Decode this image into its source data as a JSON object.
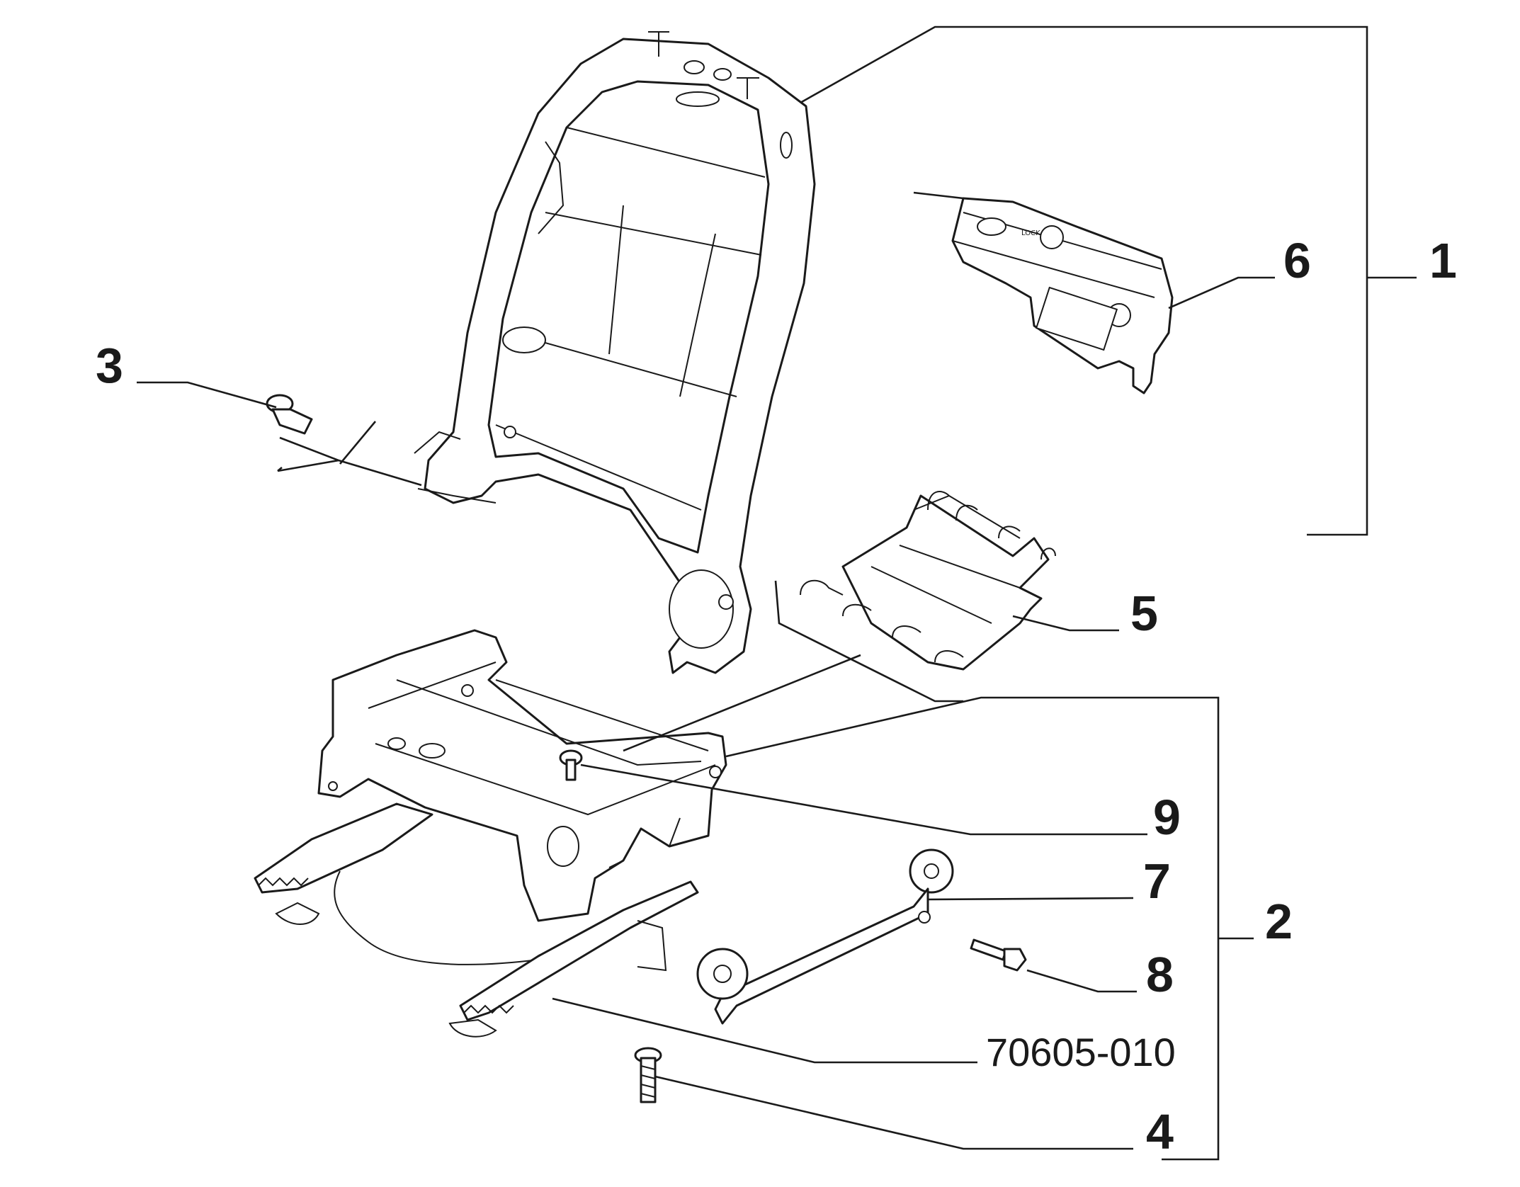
{
  "diagram": {
    "callouts": [
      {
        "key": "c1",
        "text": "1"
      },
      {
        "key": "c2",
        "text": "2"
      },
      {
        "key": "c3",
        "text": "3"
      },
      {
        "key": "c4",
        "text": "4"
      },
      {
        "key": "c5",
        "text": "5"
      },
      {
        "key": "c6",
        "text": "6"
      },
      {
        "key": "c7",
        "text": "7"
      },
      {
        "key": "c8",
        "text": "8"
      },
      {
        "key": "c9",
        "text": "9"
      }
    ],
    "drawing_code": "70605-010",
    "parts": [
      {
        "key": "seat-back-frame"
      },
      {
        "key": "recliner-mechanism-panel"
      },
      {
        "key": "spring-suspension"
      },
      {
        "key": "cushion-frame"
      },
      {
        "key": "seat-rail-left"
      },
      {
        "key": "seat-rail-right"
      },
      {
        "key": "recliner-link-rod"
      },
      {
        "key": "screw-3"
      },
      {
        "key": "screw-4"
      },
      {
        "key": "bolt-8"
      },
      {
        "key": "screw-9"
      }
    ]
  }
}
